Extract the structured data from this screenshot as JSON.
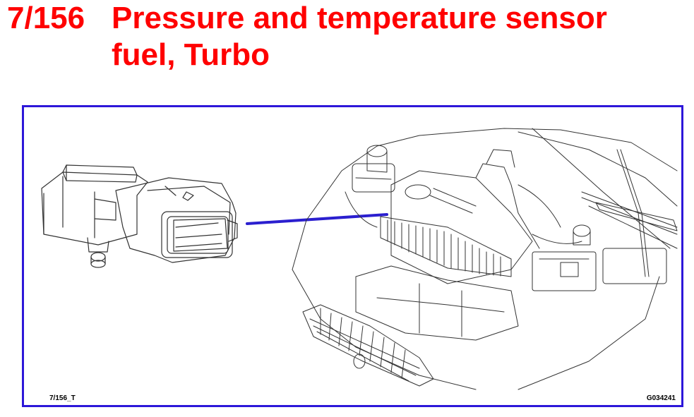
{
  "header": {
    "section_number": "7/156",
    "title_line1": "Pressure and temperature sensor",
    "title_line2": "fuel, Turbo",
    "title_color": "#ff0000"
  },
  "figure": {
    "frame_color": "#2d17d9",
    "leader_color": "#2b1fcf",
    "ref_left": "7/156_T",
    "ref_right": "G034241"
  }
}
